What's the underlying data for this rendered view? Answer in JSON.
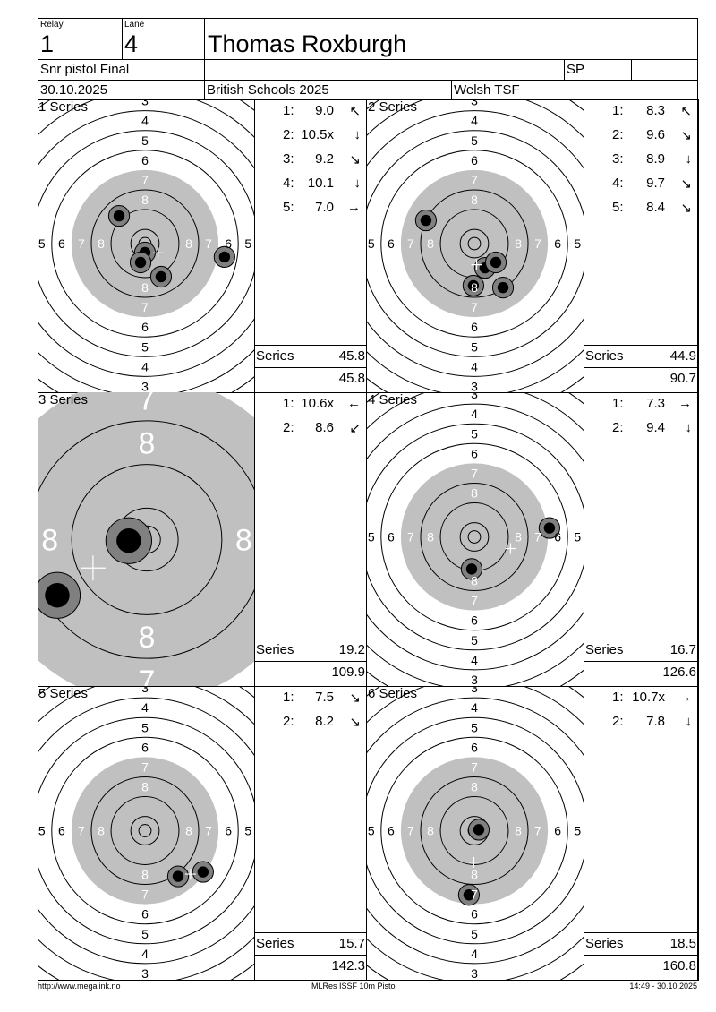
{
  "header": {
    "relay_label": "Relay",
    "relay": "1",
    "lane_label": "Lane",
    "lane": "4",
    "shooter_name": "Thomas Roxburgh",
    "event": "Snr pistol Final",
    "class_code": "SP",
    "date": "30.10.2025",
    "competition": "British Schools 2025",
    "club": "Welsh TSF"
  },
  "series_total_label": "Series",
  "colors": {
    "target_black": "#c0c0c0",
    "shot_halo": "#808080",
    "shot_core": "#000000",
    "line": "#000000"
  },
  "panels": [
    {
      "title": "1 Series",
      "series_total": "45.8",
      "cumulative": "45.8",
      "zoomed": false,
      "shots": [
        {
          "n": "1:",
          "score": "9.0",
          "arrow": "↖",
          "x_mm": -10.5,
          "y_mm": -11.2
        },
        {
          "n": "2:",
          "score": "10.5x",
          "arrow": "↓",
          "x_mm": 0.0,
          "y_mm": 3.6
        },
        {
          "n": "3:",
          "score": "9.2",
          "arrow": "↘",
          "x_mm": 6.5,
          "y_mm": 13.4
        },
        {
          "n": "4:",
          "score": "10.1",
          "arrow": "↓",
          "x_mm": -1.8,
          "y_mm": 7.6
        },
        {
          "n": "5:",
          "score": "7.0",
          "arrow": "→",
          "x_mm": 32.2,
          "y_mm": 5.4
        }
      ]
    },
    {
      "title": "2 Series",
      "series_total": "44.9",
      "cumulative": "90.7",
      "zoomed": false,
      "shots": [
        {
          "n": "1:",
          "score": "8.3",
          "arrow": "↖",
          "x_mm": -19.6,
          "y_mm": -9.4
        },
        {
          "n": "2:",
          "score": "9.6",
          "arrow": "↘",
          "x_mm": 4.3,
          "y_mm": 9.8
        },
        {
          "n": "3:",
          "score": "8.9",
          "arrow": "↓",
          "x_mm": -0.4,
          "y_mm": 17.0
        },
        {
          "n": "4:",
          "score": "9.7",
          "arrow": "↘",
          "x_mm": 8.7,
          "y_mm": 7.6
        },
        {
          "n": "5:",
          "score": "8.4",
          "arrow": "↘",
          "x_mm": 11.6,
          "y_mm": 17.8
        }
      ]
    },
    {
      "title": "3 Series",
      "series_total": "19.2",
      "cumulative": "109.9",
      "zoomed": true,
      "shots": [
        {
          "n": "1:",
          "score": "10.6x",
          "arrow": "←",
          "x_mm": -3.3,
          "y_mm": 0.2
        },
        {
          "n": "2:",
          "score": "8.6",
          "arrow": "↙",
          "x_mm": -16.4,
          "y_mm": 10.2
        }
      ]
    },
    {
      "title": "4 Series",
      "series_total": "16.7",
      "cumulative": "126.6",
      "zoomed": false,
      "shots": [
        {
          "n": "1:",
          "score": "7.3",
          "arrow": "→",
          "x_mm": 30.4,
          "y_mm": -3.6
        },
        {
          "n": "2:",
          "score": "9.4",
          "arrow": "↓",
          "x_mm": -1.1,
          "y_mm": 13.0
        }
      ]
    },
    {
      "title": "5 Series",
      "series_total": "15.7",
      "cumulative": "142.3",
      "zoomed": false,
      "shots": [
        {
          "n": "1:",
          "score": "7.5",
          "arrow": "↘",
          "x_mm": 23.5,
          "y_mm": 16.7
        },
        {
          "n": "2:",
          "score": "8.2",
          "arrow": "↘",
          "x_mm": 13.4,
          "y_mm": 18.5
        }
      ]
    },
    {
      "title": "6 Series",
      "series_total": "18.5",
      "cumulative": "160.8",
      "zoomed": false,
      "shots": [
        {
          "n": "1:",
          "score": "10.7x",
          "arrow": "→",
          "x_mm": 1.8,
          "y_mm": -0.4
        },
        {
          "n": "2:",
          "score": "7.8",
          "arrow": "↓",
          "x_mm": -2.2,
          "y_mm": 26.0
        }
      ]
    }
  ],
  "footer": {
    "url": "http://www.megalink.no",
    "software": "MLRes ISSF 10m Pistol",
    "timestamp": "14:49 - 30.10.2025"
  }
}
